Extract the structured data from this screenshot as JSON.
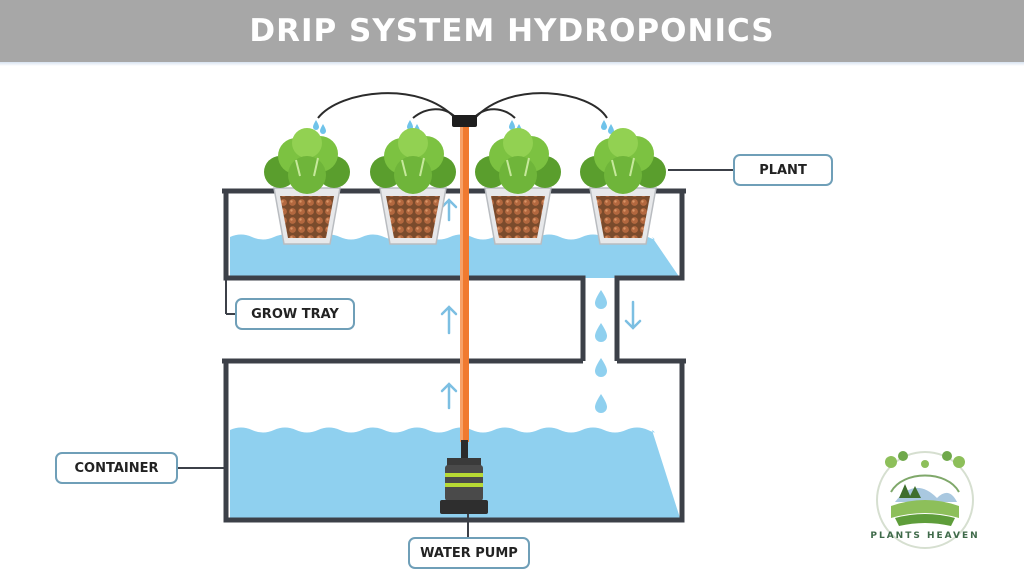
{
  "title": "DRIP SYSTEM HYDROPONICS",
  "labels": {
    "plant": "PLANT",
    "grow_tray": "GROW TRAY",
    "container": "CONTAINER",
    "water_pump": "WATER PUMP"
  },
  "logo": {
    "text": "PLANTS HEAVEN",
    "icon": "plants-heaven-logo"
  },
  "colors": {
    "banner": "#a7a7a7",
    "water": "#8fd0ef",
    "pipe": "#f07a2f",
    "walls": "#3c4048",
    "leaves": "#7cc241",
    "callout_border": "#6f9fb8"
  }
}
